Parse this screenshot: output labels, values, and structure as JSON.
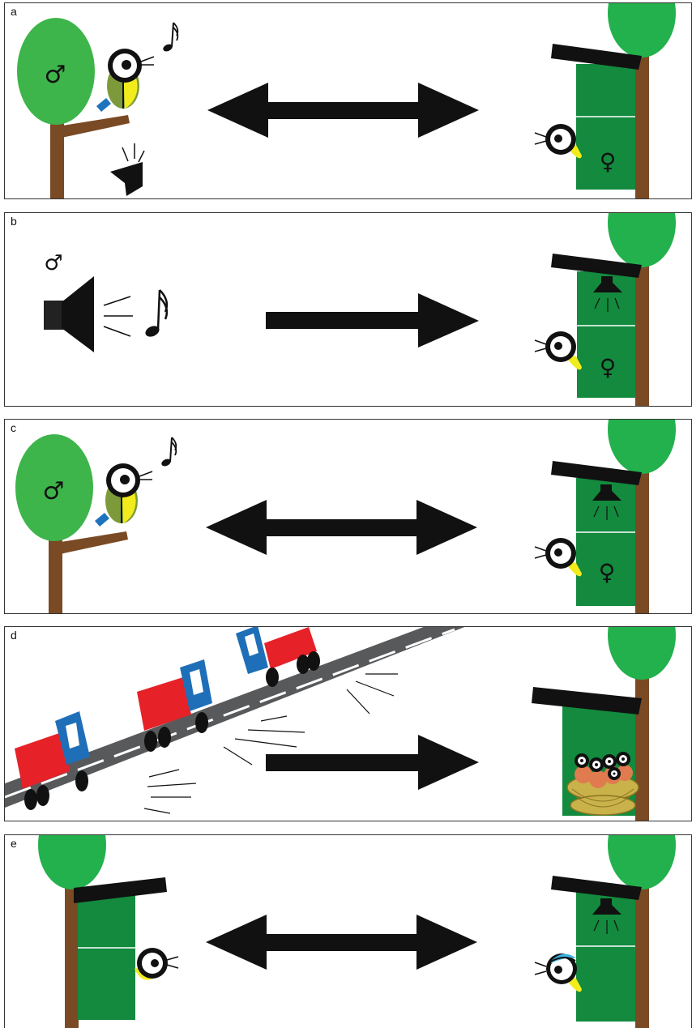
{
  "panels": [
    {
      "label": "a",
      "male_symbol": "♂",
      "female_symbol": "♀"
    },
    {
      "label": "b",
      "male_symbol": "♂",
      "female_symbol": "♀"
    },
    {
      "label": "c",
      "male_symbol": "♂",
      "female_symbol": "♀"
    },
    {
      "label": "d"
    },
    {
      "label": "e"
    }
  ],
  "colors": {
    "tree_green": "#3db54a",
    "tree_canopy_right": "#22b14c",
    "trunk": "#7a4a24",
    "box_green": "#138a3e",
    "bird_olive": "#7d9a3a",
    "bird_yellow": "#f2ec1d",
    "bird_blue": "#1e73be",
    "truck_red": "#e62128",
    "truck_blue": "#1f6fb8",
    "road": "#58595b",
    "nest": "#c9b24a",
    "chick": "#e07b4f",
    "blue_cap": "#3cb4e5"
  },
  "icons": [
    "music-note-icon",
    "loudspeaker-icon",
    "arrow-icon"
  ]
}
